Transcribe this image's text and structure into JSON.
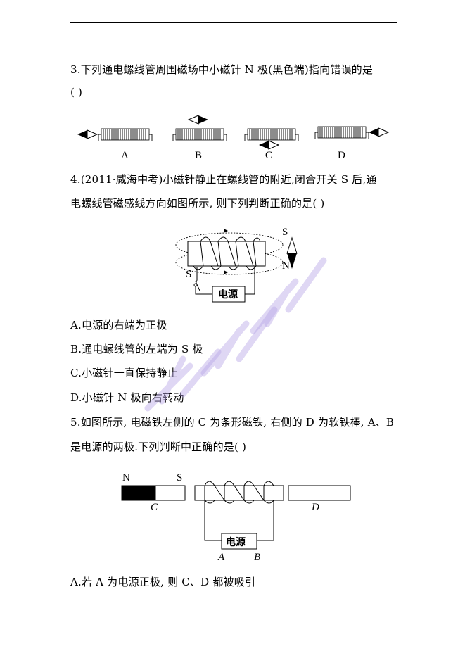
{
  "q3": {
    "stem": "3.下列通电螺线管周围磁场中小磁针 N 极(黑色端)指向错误的是",
    "blank": "(    )",
    "options": [
      "A",
      "B",
      "C",
      "D"
    ]
  },
  "q4": {
    "stem_line1": "4.(2011·威海中考)小磁针静止在螺线管的附近,闭合开关 S 后,通",
    "stem_line2": "电螺线管磁感线方向如图所示, 则下列判断正确的是(    )",
    "figure": {
      "needle_top": "S",
      "needle_bottom": "N",
      "switch": "S",
      "power": "电源"
    },
    "options": [
      "A.电源的右端为正极",
      "B.通电螺线管的左端为 S 极",
      "C.小磁针一直保持静止",
      "D.小磁针 N 极向右转动"
    ]
  },
  "q5": {
    "stem_line1": "5.如图所示, 电磁铁左侧的 C 为条形磁铁, 右侧的 D 为软铁棒, A、B",
    "stem_line2": "是电源的两极.下列判断中正确的是(    )",
    "figure": {
      "magnet_n": "N",
      "magnet_s": "S",
      "magnet_c": "C",
      "rod_d": "D",
      "power": "电源",
      "pole_a": "A",
      "pole_b": "B"
    },
    "options": [
      "A.若 A 为电源正极, 则 C、D 都被吸引"
    ]
  }
}
